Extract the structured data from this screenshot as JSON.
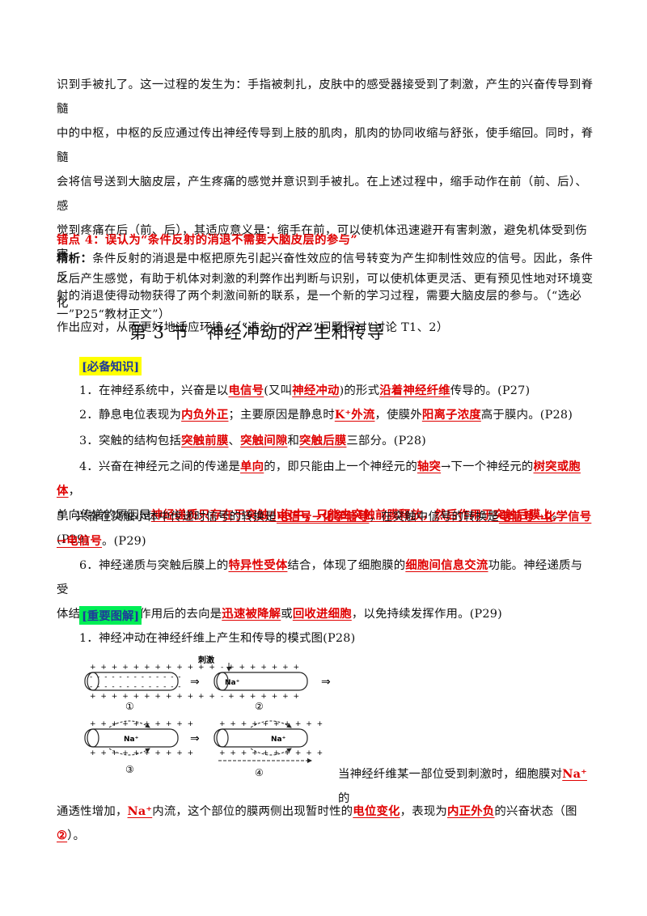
{
  "intro": {
    "l1": "识到手被扎了。这一过程的发生为：手指被刺扎，皮肤中的感受器接受到了刺激，产生的兴奋传导到脊髓",
    "l2": "中的中枢，中枢的反应通过传出神经传导到上肢的肌肉，肌肉的协同收缩与舒张，使手缩回。同时，脊髓",
    "l3": "会将信号送到大脑皮层，产生疼痛的感觉并意识到手被扎。在上述过程中，缩手动作在前（前、后）、感",
    "l4": "觉到疼痛在后（前、后），其适应意义是：缩手在前，可以使机体迅速避开有害刺激，避免机体受到伤害。",
    "l5": "之后产生感觉，有助于机体对刺激的利弊作出判断与识别，可以使机体更灵活、更有预见性地对环境变化",
    "l6": "作出应对，从而更好地适应环境。（“选必一”P22“问题探讨”讨论 T1、2）"
  },
  "error4": {
    "title": "错点 4：误认为“条件反射的消退不需要大脑皮层的参与”",
    "label": "精析：",
    "l1": "条件反射的消退是中枢把原先引起兴奋性效应的信号转变为产生抑制性效应的信号。因此，条件反",
    "l2": "射的消退使得动物获得了两个刺激间新的联系，是一个新的学习过程，需要大脑皮层的参与。（“选必",
    "l3": "一”P25“教材正文”）"
  },
  "section": {
    "title": "第 3 节　神经冲动的产生和传导"
  },
  "tags": {
    "knowledge": "[必备知识]",
    "figure": "[重要图解]"
  },
  "items": {
    "i1": {
      "a": "1．在神经系统中，兴奋是以",
      "k1": "电信号",
      "b": "(又叫",
      "k2": "神经冲动",
      "c": ")的形式",
      "k3": "沿着神经纤维",
      "d": "传导的。(P27)"
    },
    "i2": {
      "a": "2．静息电位表现为",
      "k1": "内负外正",
      "b": "；主要原因是静息时",
      "k2": "K⁺外流",
      "c": "，使膜外",
      "k3": "阳离子浓度",
      "d": "高于膜内。(P28)"
    },
    "i3": {
      "a": "3．突触的结构包括",
      "k1": "突触前膜",
      "s1": "、",
      "k2": "突触间隙",
      "s2": "和",
      "k3": "突触后膜",
      "d": "三部分。(P28)"
    },
    "i4": {
      "a": "4．兴奋在神经元之间的传递是",
      "k1": "单向",
      "b": "的，即只能由上一个神经元的",
      "k2": "轴突",
      "c": "→下一个神经元的",
      "k3": "树突或胞体",
      "d": "，",
      "e": "单向传递的原因是",
      "k4": "神经递质只存在于突触小泡中，只能由突触前膜释放，然后作用于突触后膜上",
      "f": "。(P29)"
    },
    "i5": {
      "a": "5．兴奋在突触小体中传递时信号的转换是",
      "k1": "电信号→化学信号",
      "b": "，在突触中信号的转换是",
      "k2": "电信号→化学信号",
      "k3": "→电信号",
      "c": "。(P29)"
    },
    "i6": {
      "a": "6．神经递质与突触后膜上的",
      "k1": "特异性受体",
      "b": "结合，体现了细胞膜的",
      "k2": "细胞间信息交流",
      "c": "功能。神经递质与受",
      "d": "体结合并发挥完作用后的去向是",
      "k3": "迅速被降解",
      "e": "或",
      "k4": "回收进细胞",
      "f": "，以免持续发挥作用。(P29)"
    }
  },
  "figure": {
    "caption": "1．神经冲动在神经纤维上产生和传导的模式图(P28)",
    "stim": "刺激",
    "na": "Na⁺",
    "labels": [
      "①",
      "②",
      "③",
      "④"
    ]
  },
  "final": {
    "a": "当神经纤维某一部位受到刺激时，细胞膜对",
    "k1": "Na⁺",
    "b": "的",
    "c": "通透性增加，",
    "k2": "Na⁺",
    "d": "内流，这个部位的膜两侧出现暂时性的",
    "k3": "电位变化",
    "e": "，表现为",
    "k4": "内正外负",
    "f": "的兴奋状态（图",
    "k5": "②",
    "g": "）。"
  }
}
